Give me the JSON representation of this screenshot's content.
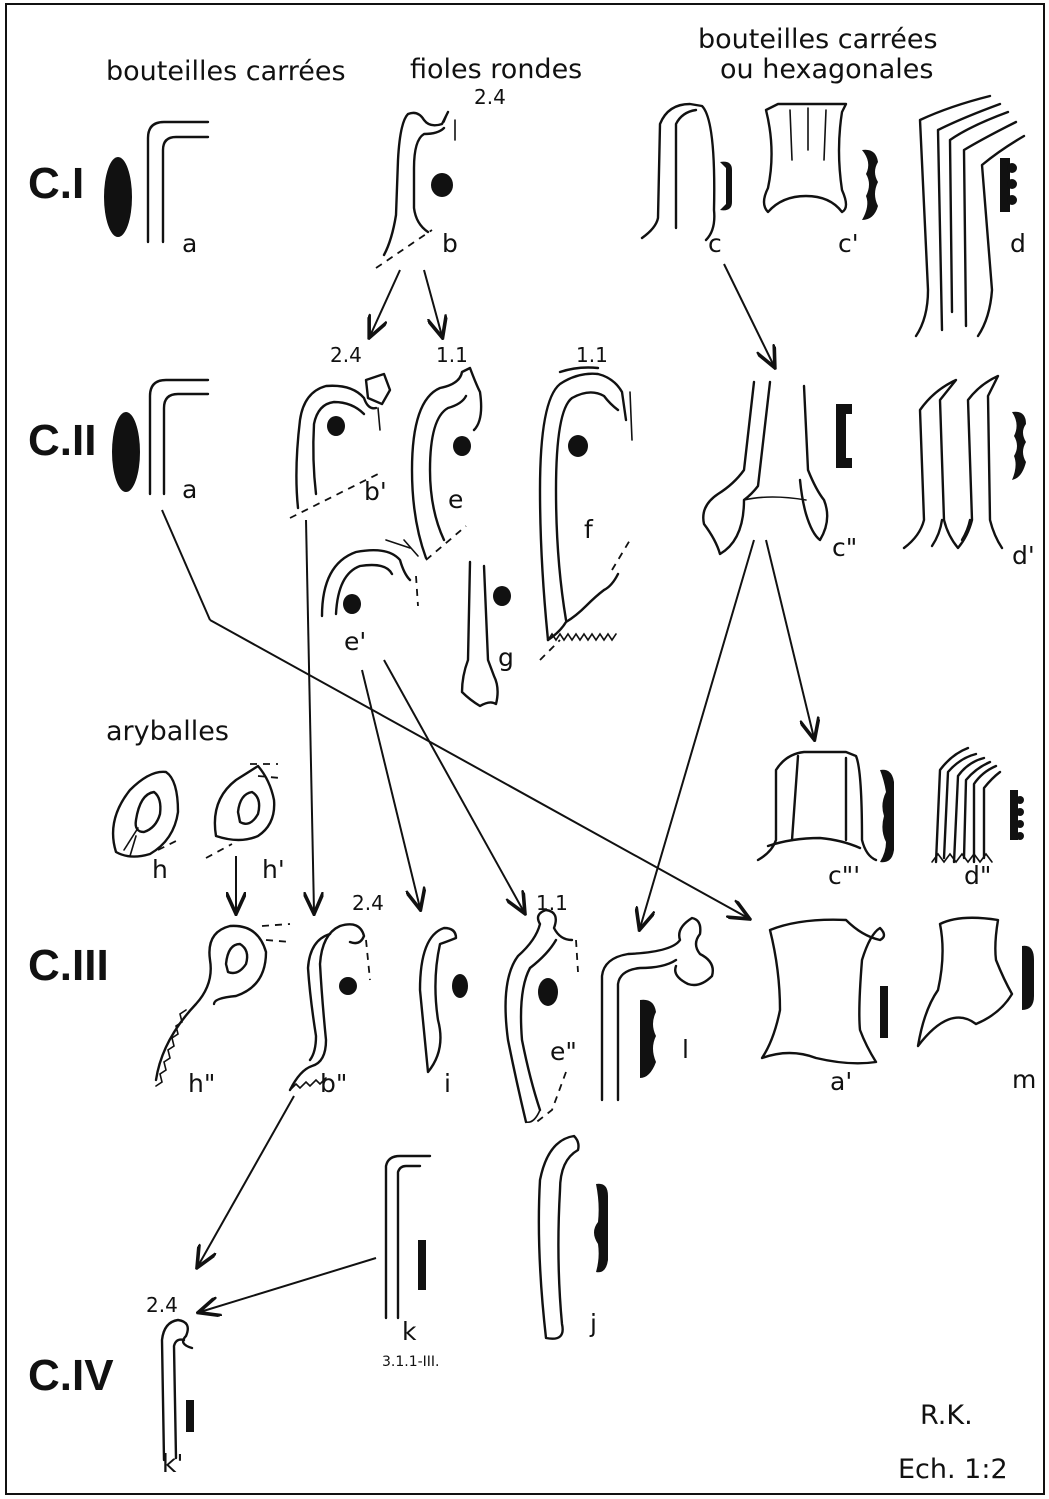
{
  "headers": {
    "col1": "bouteilles carrées",
    "col2": "fioles rondes",
    "col3_line1": "bouteilles carrées",
    "col3_line2": "ou hexagonales",
    "aryballes": "aryballes"
  },
  "periods": [
    "C.I",
    "C.II",
    "C.III",
    "C.IV"
  ],
  "numbers": {
    "b_top": "2.4",
    "b1_top": "2.4",
    "e_top": "1.1",
    "f_top": "1.1",
    "b2_top": "2.4",
    "e2_top": "1.1",
    "k1_top": "2.4",
    "k_sub": "3.1.1-III."
  },
  "labels": {
    "a": "a",
    "b": "b",
    "c": "c",
    "c1": "c'",
    "d": "d",
    "a_ii": "a",
    "b1": "b'",
    "e": "e",
    "f": "f",
    "c2": "c\"",
    "d1": "d'",
    "e1": "e'",
    "g": "g",
    "h": "h",
    "h1": "h'",
    "c3": "c\"'",
    "d2": "d\"",
    "h2": "h\"",
    "b2": "b\"",
    "i": "i",
    "e2": "e\"",
    "l": "l",
    "a1": "a'",
    "m": "m",
    "k": "k",
    "j": "j",
    "k1": "k'"
  },
  "signature": "R.K.",
  "scale": "Ech. 1:2"
}
